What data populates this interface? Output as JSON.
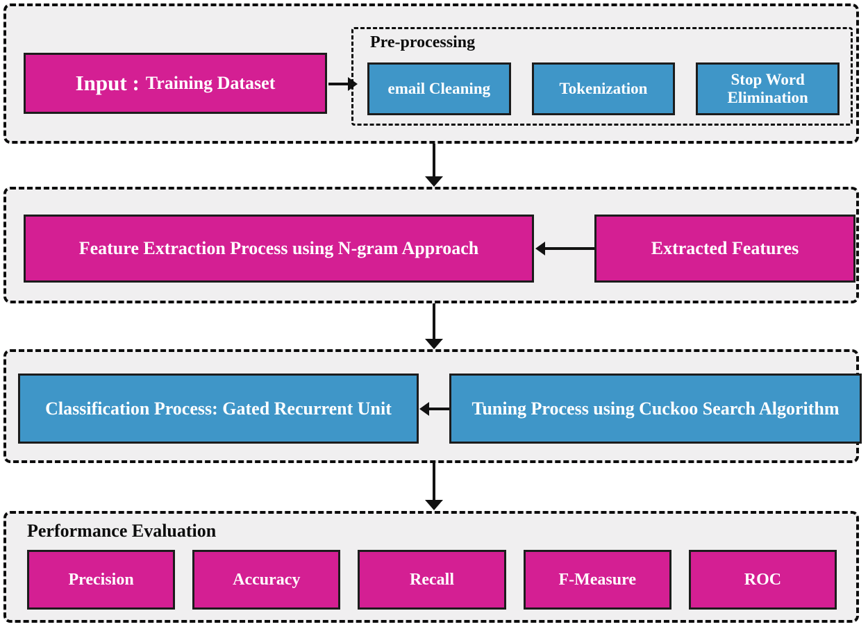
{
  "colors": {
    "magenta": "#d41f93",
    "blue": "#3f96c8",
    "section_background": "#f0eff0",
    "dashed_border": "#0c0c0c",
    "box_border": "#1c1c1c",
    "box_text": "#ffffff",
    "label_text": "#0d0d0d"
  },
  "sections": {
    "input_stage": {
      "input_box": {
        "prefix": "Input :",
        "label": "Training Dataset"
      },
      "preprocessing": {
        "title": "Pre-processing",
        "steps": [
          "email Cleaning",
          "Tokenization",
          "Stop Word Elimination"
        ]
      }
    },
    "feature_stage": {
      "process": "Feature Extraction Process using N-gram Approach",
      "source": "Extracted Features"
    },
    "classification_stage": {
      "process": "Classification Process: Gated Recurrent Unit",
      "tuning": "Tuning Process using Cuckoo Search Algorithm"
    },
    "evaluation_stage": {
      "title": "Performance Evaluation",
      "metrics": [
        "Precision",
        "Accuracy",
        "Recall",
        "F-Measure",
        "ROC"
      ]
    }
  }
}
